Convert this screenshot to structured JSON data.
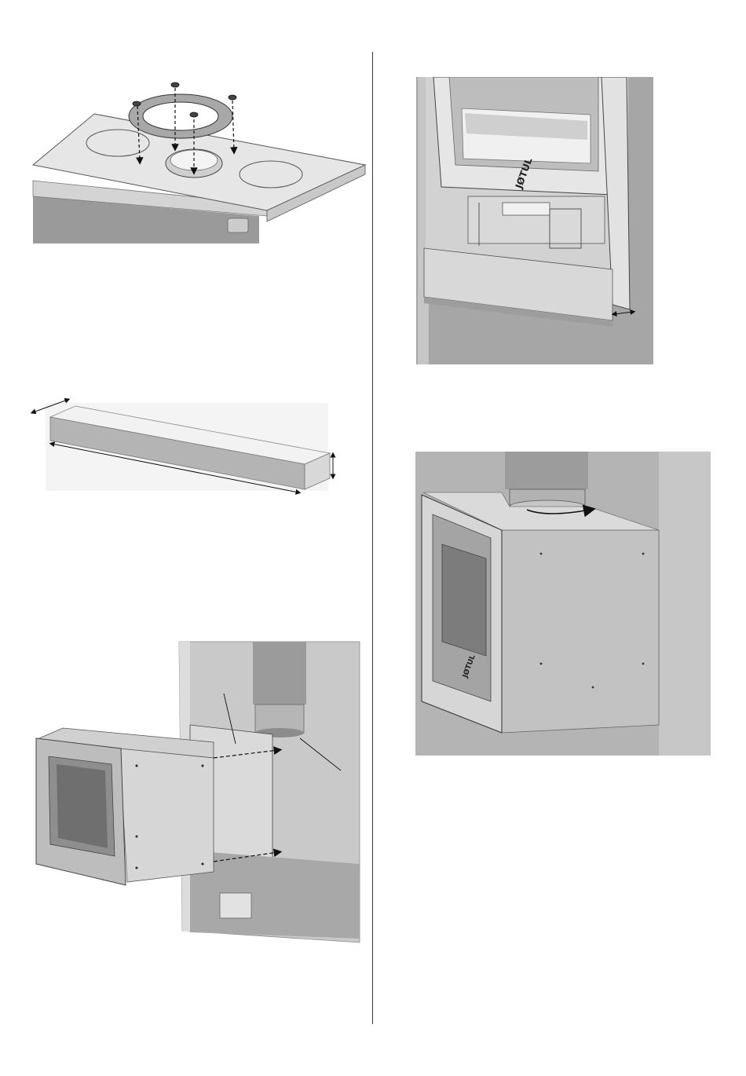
{
  "page": {
    "brand_logo_text": "JØTUL",
    "colors": {
      "paper": "#ffffff",
      "metal_light": "#e2e2e2",
      "metal_mid": "#c4c4c4",
      "metal_dark": "#8f8f8f",
      "wall": "#b9b9b9",
      "ink": "#1a1a1a"
    }
  },
  "figures": [
    {
      "id": "flue-collar-mounting",
      "icons": [
        "screw-icon",
        "dashed-arrow-icon",
        "gasket-ring"
      ]
    },
    {
      "id": "insulation-block-dimensions",
      "icons": [
        "dimension-arrow-icon"
      ]
    },
    {
      "id": "insert-into-wall-opening",
      "icons": [
        "dashed-arrow-icon",
        "leader-line"
      ]
    },
    {
      "id": "frame-gap-detail",
      "icons": [
        "double-arrow-icon",
        "brand-logo"
      ]
    },
    {
      "id": "flue-connection-rotation",
      "icons": [
        "rotation-arrow-icon",
        "brand-logo"
      ]
    }
  ]
}
